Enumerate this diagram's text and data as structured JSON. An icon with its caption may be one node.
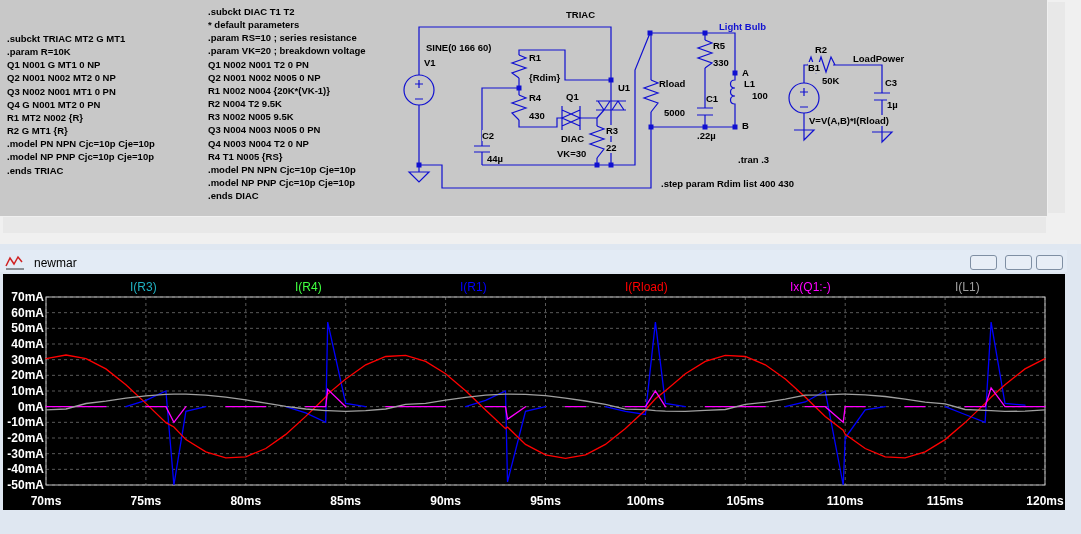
{
  "diagram": {
    "labels": [
      ".subckt TRIAC MT2 G MT1",
      ".param R=10K",
      "Q1 N001 G MT1 0 NP",
      "Q2 N001 N002 MT2 0 NP",
      "Q3 N002 N001 MT1 0 PN",
      "Q4 G N001 MT2 0 PN",
      "R1 MT2 N002 {R}",
      "R2 G MT1 {R}",
      ".model PN NPN Cjc=10p Cje=10p",
      ".model NP PNP Cjc=10p Cje=10p",
      ".ends TRIAC",
      ".subckt DIAC T1 T2",
      "* default parameters",
      ".param RS=10 ; series resistance",
      ".param VK=20 ; breakdown voltage",
      "Q1 N002 N001 T2 0 PN",
      "Q2 N001 N002 N005 0 NP",
      "R1 N002 N004 {20K*(VK-1)}",
      "R2 N004 T2 9.5K",
      "R3 N002 N005 9.5K",
      "Q3 N004 N003 N005 0 PN",
      "Q4 N003 N004 T2 0 NP",
      "R4 T1 N005 {RS}",
      ".model PN NPN Cjc=10p Cje=10p",
      ".model NP PNP Cjc=10p Cje=10p",
      ".ends DIAC",
      "TRIAC",
      "SINE(0 166 60)",
      "V1",
      "R1",
      "{Rdim}",
      "R4",
      "430",
      "Q1",
      "U1",
      "C2",
      "44µ",
      "DIAC",
      "VK=30",
      "R3",
      "22",
      "Light Bulb",
      "R5",
      "330",
      "A",
      "L1",
      "100",
      "Rload",
      "5000",
      "C1",
      ".22µ",
      "B",
      "R2",
      "LoadPower",
      "B1",
      "50K",
      "C3",
      "1µ",
      "V=V(A,B)*I(Rload)",
      ".tran .3",
      ".step param Rdim list 400 430",
      "newmar"
    ],
    "chart_data": {
      "type": "line",
      "x": [
        70,
        71,
        72,
        73,
        74,
        75,
        76,
        76.4,
        77,
        78,
        79,
        80,
        81,
        82,
        83,
        84,
        84.1,
        85,
        86,
        87,
        88,
        89,
        90,
        91,
        92,
        93,
        93.1,
        94,
        95,
        96,
        97,
        98,
        99,
        100,
        100.5,
        101,
        102,
        103,
        104,
        105,
        106,
        107,
        108,
        109,
        109.9,
        110,
        111,
        112,
        113,
        114,
        115,
        116,
        117,
        117.3,
        118,
        119,
        120
      ],
      "xlim": [
        70,
        120
      ],
      "ylim": [
        -50,
        70
      ],
      "xticks": [
        {
          "value": 70,
          "label": "70ms"
        },
        {
          "value": 75,
          "label": "75ms"
        },
        {
          "value": 80,
          "label": "80ms"
        },
        {
          "value": 85,
          "label": "85ms"
        },
        {
          "value": 90,
          "label": "90ms"
        },
        {
          "value": 95,
          "label": "95ms"
        },
        {
          "value": 100,
          "label": "100ms"
        },
        {
          "value": 105,
          "label": "105ms"
        },
        {
          "value": 110,
          "label": "110ms"
        },
        {
          "value": 115,
          "label": "115ms"
        },
        {
          "value": 120,
          "label": "120ms"
        }
      ],
      "yticks": [
        {
          "value": 70,
          "label": "70mA"
        },
        {
          "value": 60,
          "label": "60mA"
        },
        {
          "value": 50,
          "label": "50mA"
        },
        {
          "value": 40,
          "label": "40mA"
        },
        {
          "value": 30,
          "label": "30mA"
        },
        {
          "value": 20,
          "label": "20mA"
        },
        {
          "value": 10,
          "label": "10mA"
        },
        {
          "value": 0,
          "label": "0mA"
        },
        {
          "value": -10,
          "label": "-10mA"
        },
        {
          "value": -20,
          "label": "-20mA"
        },
        {
          "value": -30,
          "label": "-30mA"
        },
        {
          "value": -40,
          "label": "-40mA"
        },
        {
          "value": -50,
          "label": "-50mA"
        }
      ],
      "series": [
        {
          "name": "I(R3)",
          "color": "#20b0c0",
          "values": [
            null,
            null,
            null,
            null,
            null,
            null,
            null,
            null,
            null,
            null,
            null,
            null,
            null,
            null,
            null,
            null,
            null,
            null,
            null,
            null,
            null,
            null,
            null,
            null,
            null,
            null,
            null,
            null,
            null,
            null,
            null,
            null,
            null,
            null,
            null,
            null,
            null,
            null,
            null,
            null,
            null,
            null,
            null,
            null,
            null,
            null,
            null,
            null,
            null,
            null,
            null,
            null,
            null,
            null,
            null,
            null,
            null
          ]
        },
        {
          "name": "I(R4)",
          "color": "#40ff40",
          "values": [
            null,
            null,
            null,
            null,
            null,
            null,
            null,
            null,
            null,
            null,
            null,
            null,
            null,
            null,
            null,
            null,
            null,
            null,
            null,
            null,
            null,
            null,
            null,
            null,
            null,
            null,
            null,
            null,
            null,
            null,
            null,
            null,
            null,
            null,
            null,
            null,
            null,
            null,
            null,
            null,
            null,
            null,
            null,
            null,
            null,
            null,
            null,
            null,
            null,
            null,
            null,
            null,
            null,
            null,
            null,
            null,
            null
          ]
        },
        {
          "name": "I(R1)",
          "color": "#0000ff",
          "values": [
            null,
            null,
            null,
            null,
            0,
            4,
            10,
            -50,
            -3,
            0,
            null,
            null,
            null,
            0,
            -4,
            -10,
            54,
            2,
            0,
            null,
            null,
            null,
            null,
            0,
            4,
            10,
            -48,
            -3,
            0,
            null,
            null,
            0,
            -3,
            -5,
            54,
            2,
            0,
            null,
            null,
            null,
            null,
            0,
            3,
            10,
            -50,
            -20,
            -2,
            0,
            null,
            null,
            0,
            -5,
            -10,
            54,
            2,
            1,
            null
          ]
        },
        {
          "name": "I(Rload)",
          "color": "#ff0000",
          "values": [
            30.7,
            33,
            30.7,
            24.1,
            14,
            2.1,
            -10.2,
            -13,
            -21,
            -28.9,
            -32.7,
            -32,
            -26.7,
            -17.7,
            -6.2,
            6.2,
            8,
            17.7,
            26.7,
            32,
            32.7,
            28.9,
            21,
            10.2,
            -2.1,
            -14,
            -13,
            -24.1,
            -30.7,
            -33,
            -30.7,
            -24.1,
            -14,
            -2.1,
            5,
            10.2,
            21,
            28.9,
            32.7,
            32,
            26.7,
            17.7,
            6.2,
            -6.2,
            -15,
            -17.7,
            -26.7,
            -32,
            -32.7,
            -28.9,
            -21,
            -10.2,
            2.1,
            6,
            14,
            24.1,
            30.7
          ]
        },
        {
          "name": "Ix(Q1:-)",
          "color": "#ff00ff",
          "values": [
            0,
            0,
            0,
            0,
            null,
            0,
            0,
            -10,
            0,
            null,
            0,
            0,
            0,
            null,
            0,
            0,
            11,
            0,
            null,
            0,
            0,
            0,
            0,
            null,
            0,
            0,
            -8,
            0,
            null,
            0,
            0,
            null,
            0,
            0,
            10,
            0,
            null,
            0,
            0,
            0,
            0,
            null,
            0,
            0,
            -10,
            0,
            0,
            null,
            0,
            0,
            null,
            0,
            0,
            12,
            0,
            0,
            0
          ]
        },
        {
          "name": "I(L1)",
          "color": "#a0a0a0",
          "values": [
            -2,
            -1.5,
            2,
            3.5,
            5.4,
            6.9,
            7.9,
            8,
            8,
            7.3,
            6.1,
            4.3,
            2.2,
            0.2,
            -1.5,
            -2.6,
            -2.6,
            -3,
            -2.6,
            -1.5,
            1.5,
            2.1,
            4.2,
            5.9,
            7.3,
            8,
            8,
            7.9,
            7,
            5.5,
            3.6,
            1.5,
            -1.6,
            -1.9,
            -2.5,
            -2.9,
            -3,
            -2.3,
            -1.8,
            1.5,
            2.8,
            4.8,
            7.4,
            7.6,
            8,
            8,
            7.6,
            6.5,
            4.8,
            2.9,
            1.8,
            -1.8,
            -2.3,
            -2.6,
            -3,
            -2.9,
            -2
          ]
        }
      ],
      "grid": true
    }
  }
}
